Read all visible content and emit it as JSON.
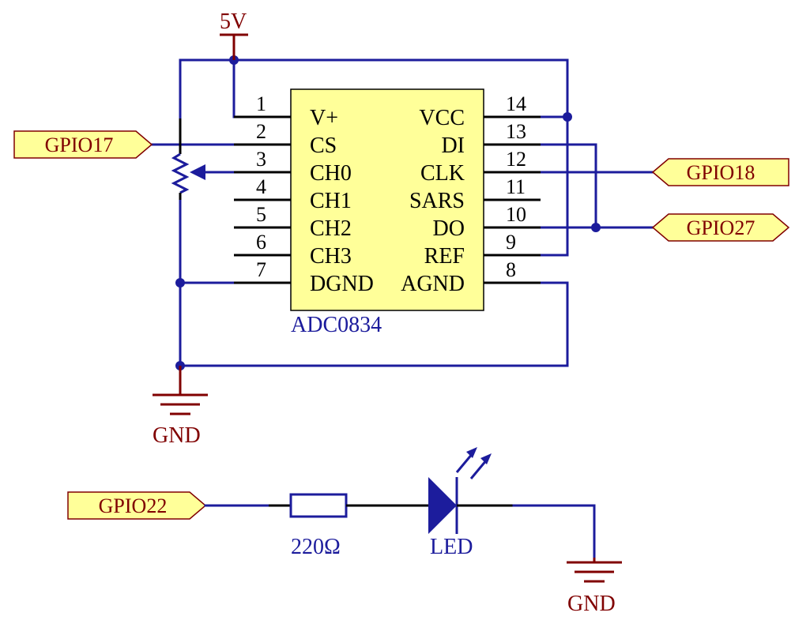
{
  "power": {
    "vcc_label": "5V",
    "gnd_top_label": "GND",
    "gnd_bottom_label": "GND"
  },
  "chip": {
    "name": "ADC0834",
    "fill": "#ffff99",
    "pins": [
      {
        "num": "1",
        "name": "V+"
      },
      {
        "num": "2",
        "name": "CS"
      },
      {
        "num": "3",
        "name": "CH0"
      },
      {
        "num": "4",
        "name": "CH1"
      },
      {
        "num": "5",
        "name": "CH2"
      },
      {
        "num": "6",
        "name": "CH3"
      },
      {
        "num": "7",
        "name": "DGND"
      },
      {
        "num": "8",
        "name": "AGND"
      },
      {
        "num": "9",
        "name": "REF"
      },
      {
        "num": "10",
        "name": "DO"
      },
      {
        "num": "11",
        "name": "SARS"
      },
      {
        "num": "12",
        "name": "CLK"
      },
      {
        "num": "13",
        "name": "DI"
      },
      {
        "num": "14",
        "name": "VCC"
      }
    ]
  },
  "ports": {
    "gpio17": "GPIO17",
    "gpio18": "GPIO18",
    "gpio27": "GPIO27",
    "gpio22": "GPIO22"
  },
  "resistor": {
    "value": "220Ω"
  },
  "led": {
    "label": "LED"
  },
  "colors": {
    "wire": "#1c1c9c",
    "power": "#800000",
    "port_fill": "#ffff99"
  }
}
